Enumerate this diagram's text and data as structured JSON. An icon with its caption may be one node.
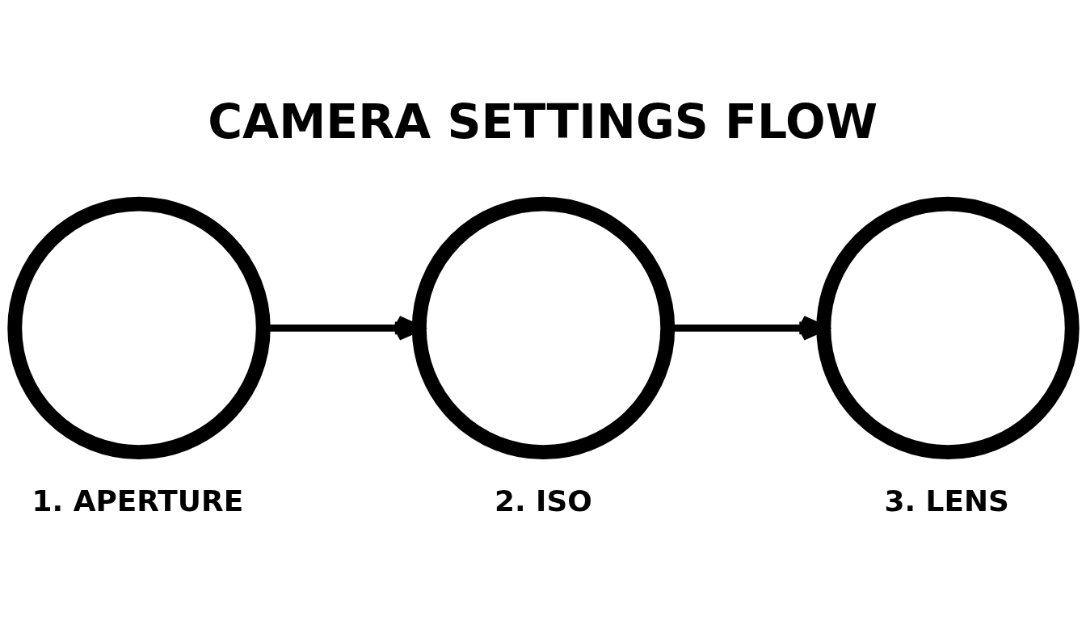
{
  "diagram": {
    "title": "CAMERA SETTINGS FLOW",
    "nodes": [
      {
        "text": [],
        "shape": "circle",
        "beside": [
          "1. APERTURE"
        ]
      },
      {
        "text": [],
        "shape": "circle",
        "beside": [
          "2. ISO"
        ]
      },
      {
        "text": [],
        "shape": "circle",
        "beside": [
          "3. LENS"
        ]
      }
    ],
    "edges": [
      {
        "from": 0,
        "to": 1,
        "arrow": "to"
      },
      {
        "from": 1,
        "to": 2,
        "arrow": "to"
      }
    ]
  }
}
